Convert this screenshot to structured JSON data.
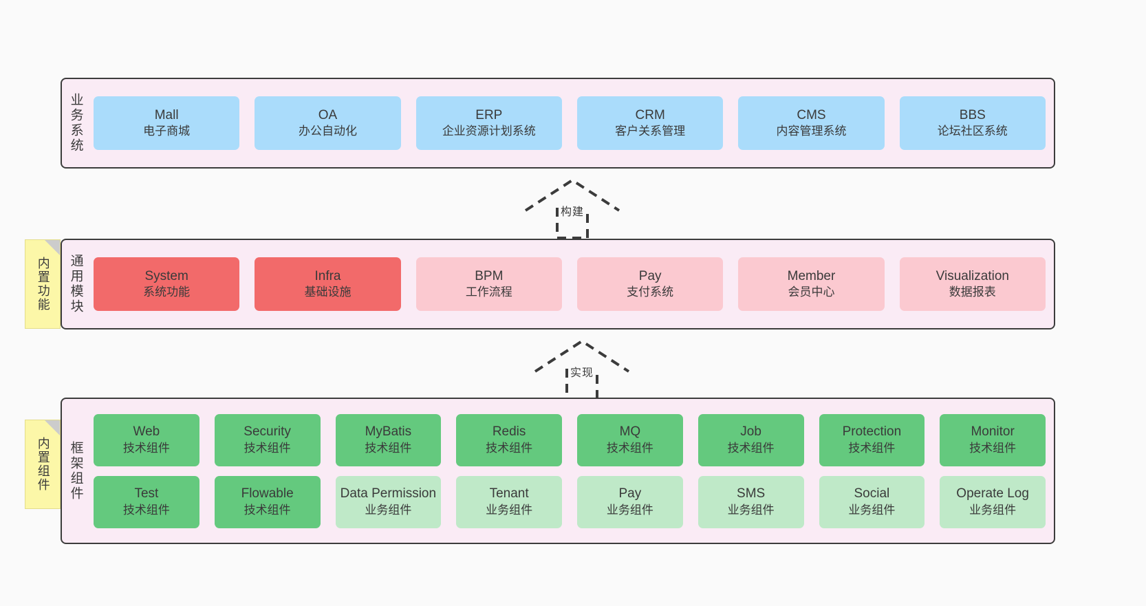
{
  "diagram": {
    "title": "ruoyi-vue-pro architecture layers",
    "colors": {
      "layer_background": "#faebf5",
      "layer_border": "#3c3c3c",
      "business_card": "#aadcfb",
      "module_core": "#f26a6a",
      "module_optional": "#fbc9d0",
      "component_tech": "#64c97e",
      "component_biz": "#bfe9c8",
      "sticky_note": "#fcf7a8",
      "page_background": "#fafafa"
    }
  },
  "layers": [
    {
      "id": "business",
      "label": "业务系统",
      "rows": [
        {
          "cards": [
            {
              "en": "Mall",
              "cn": "电子商城",
              "theme": "c-blue"
            },
            {
              "en": "OA",
              "cn": "办公自动化",
              "theme": "c-blue"
            },
            {
              "en": "ERP",
              "cn": "企业资源计划系统",
              "theme": "c-blue"
            },
            {
              "en": "CRM",
              "cn": "客户关系管理",
              "theme": "c-blue"
            },
            {
              "en": "CMS",
              "cn": "内容管理系统",
              "theme": "c-blue"
            },
            {
              "en": "BBS",
              "cn": "论坛社区系统",
              "theme": "c-blue"
            }
          ]
        }
      ]
    },
    {
      "id": "modules",
      "label": "通用模块",
      "sticky": "内置功能",
      "rows": [
        {
          "cards": [
            {
              "en": "System",
              "cn": "系统功能",
              "theme": "c-red"
            },
            {
              "en": "Infra",
              "cn": "基础设施",
              "theme": "c-red"
            },
            {
              "en": "BPM",
              "cn": "工作流程",
              "theme": "c-pink"
            },
            {
              "en": "Pay",
              "cn": "支付系统",
              "theme": "c-pink"
            },
            {
              "en": "Member",
              "cn": "会员中心",
              "theme": "c-pink"
            },
            {
              "en": "Visualization",
              "cn": "数据报表",
              "theme": "c-pink"
            }
          ]
        }
      ]
    },
    {
      "id": "frame",
      "label": "框架组件",
      "sticky": "内置组件",
      "rows": [
        {
          "cards": [
            {
              "en": "Web",
              "cn": "技术组件",
              "theme": "c-green"
            },
            {
              "en": "Security",
              "cn": "技术组件",
              "theme": "c-green"
            },
            {
              "en": "MyBatis",
              "cn": "技术组件",
              "theme": "c-green"
            },
            {
              "en": "Redis",
              "cn": "技术组件",
              "theme": "c-green"
            },
            {
              "en": "MQ",
              "cn": "技术组件",
              "theme": "c-green"
            },
            {
              "en": "Job",
              "cn": "技术组件",
              "theme": "c-green"
            },
            {
              "en": "Protection",
              "cn": "技术组件",
              "theme": "c-green"
            },
            {
              "en": "Monitor",
              "cn": "技术组件",
              "theme": "c-green"
            }
          ]
        },
        {
          "cards": [
            {
              "en": "Test",
              "cn": "技术组件",
              "theme": "c-green"
            },
            {
              "en": "Flowable",
              "cn": "技术组件",
              "theme": "c-green"
            },
            {
              "en": "Data Permission",
              "cn": "业务组件",
              "theme": "c-green-light"
            },
            {
              "en": "Tenant",
              "cn": "业务组件",
              "theme": "c-green-light"
            },
            {
              "en": "Pay",
              "cn": "业务组件",
              "theme": "c-green-light"
            },
            {
              "en": "SMS",
              "cn": "业务组件",
              "theme": "c-green-light"
            },
            {
              "en": "Social",
              "cn": "业务组件",
              "theme": "c-green-light"
            },
            {
              "en": "Operate Log",
              "cn": "业务组件",
              "theme": "c-green-light"
            }
          ]
        }
      ]
    }
  ],
  "arrows": [
    {
      "id": "build",
      "label": "构建"
    },
    {
      "id": "implement",
      "label": "实现"
    }
  ]
}
